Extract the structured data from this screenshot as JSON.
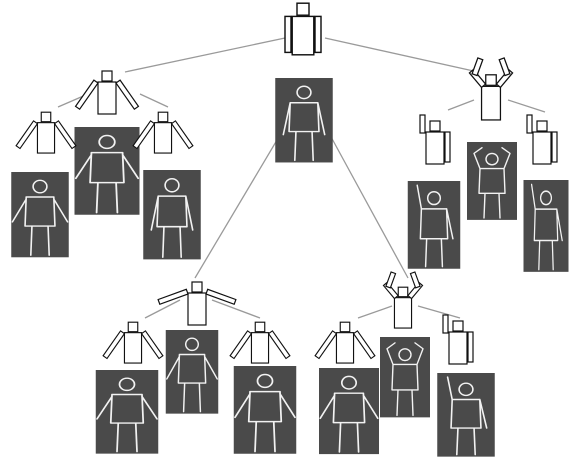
{
  "figure": {
    "type": "hierarchical pose tree",
    "levels": 3,
    "background_color": "#ffffff",
    "thumbnail_color": "#4a4a4a",
    "edge_color": "#9a9a9a",
    "stick_fill": "#ffffff",
    "stick_stroke": "#111111",
    "edge_sketch_color": "#f2f2f2"
  },
  "nodes": [
    {
      "id": "root",
      "pose": "arms-down"
    },
    {
      "id": "left-group",
      "pose": "arms-slightly-out"
    },
    {
      "id": "left-child-1",
      "pose": "arms-down-left"
    },
    {
      "id": "left-child-2",
      "pose": "arms-spread-low"
    },
    {
      "id": "left-child-3",
      "pose": "arms-down"
    },
    {
      "id": "right-group",
      "pose": "arms-raised-v"
    },
    {
      "id": "right-child-1",
      "pose": "one-arm-up"
    },
    {
      "id": "right-child-2",
      "pose": "hands-on-head"
    },
    {
      "id": "right-child-3",
      "pose": "one-arm-up"
    },
    {
      "id": "bottom-left-group",
      "pose": "arms-out-horizontal"
    },
    {
      "id": "bottom-left-child-1",
      "pose": "arm-out-left"
    },
    {
      "id": "bottom-left-child-2",
      "pose": "arms-out-horizontal"
    },
    {
      "id": "bottom-left-child-3",
      "pose": "arm-out-right"
    },
    {
      "id": "bottom-right-group",
      "pose": "arms-up"
    },
    {
      "id": "bottom-right-child-1",
      "pose": "arm-out-left"
    },
    {
      "id": "bottom-right-child-2",
      "pose": "arms-up"
    },
    {
      "id": "bottom-right-child-3",
      "pose": "one-arm-up"
    }
  ]
}
